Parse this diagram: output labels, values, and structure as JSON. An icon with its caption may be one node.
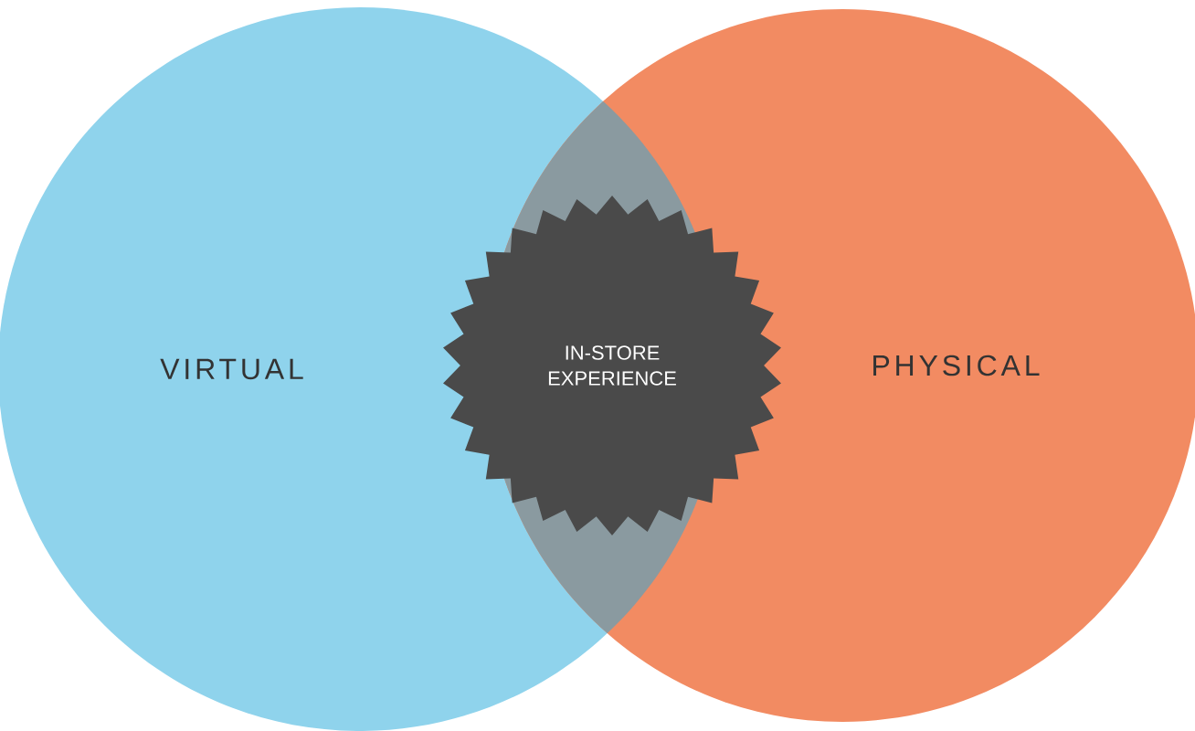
{
  "diagram": {
    "nodes": [
      {
        "text": [
          "VIRTUAL"
        ]
      },
      {
        "text": [
          "IN-STORE EXPERIENCE"
        ]
      },
      {
        "text": [
          "PHYSICAL"
        ]
      }
    ]
  }
}
